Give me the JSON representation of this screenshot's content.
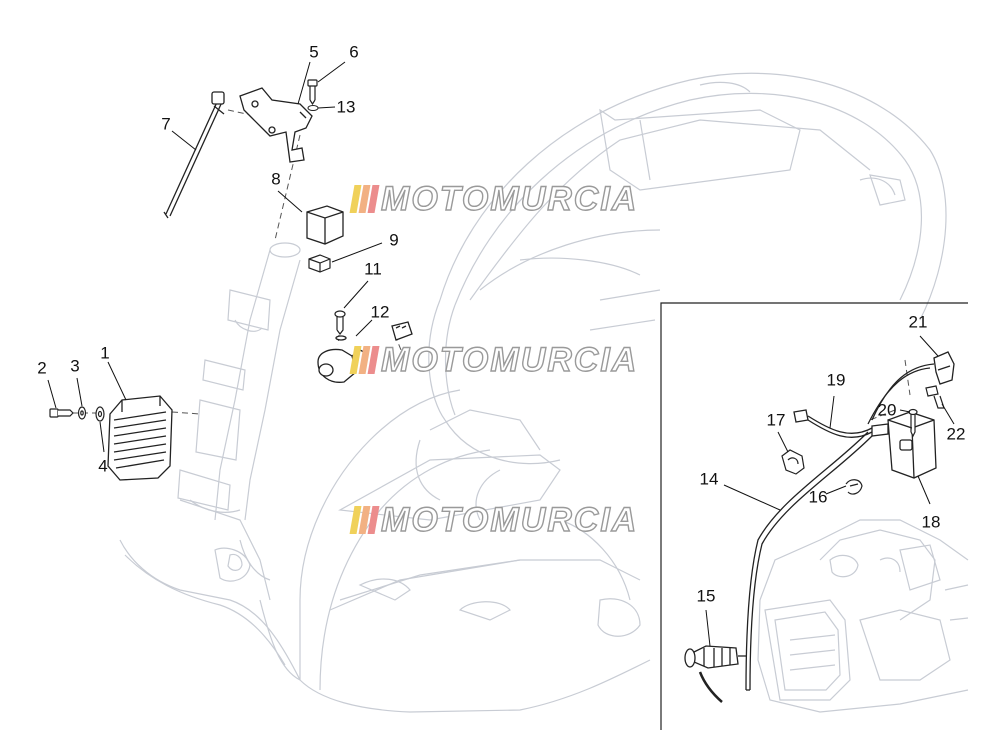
{
  "watermark": {
    "text": "MOTOMURCIA",
    "bar_colors": [
      "#f0d15a",
      "#f2b183",
      "#ec8d8d"
    ],
    "outline_color": "#9a9a9a"
  },
  "callouts": {
    "c1": "1",
    "c2": "2",
    "c3": "3",
    "c4": "4",
    "c5": "5",
    "c6": "6",
    "c7": "7",
    "c8": "8",
    "c9": "9",
    "c11": "11",
    "c12": "12",
    "c13": "13",
    "c14": "14",
    "c15": "15",
    "c16": "16",
    "c17": "17",
    "c18": "18",
    "c19": "19",
    "c20": "20",
    "c21": "21",
    "c22": "22"
  },
  "colors": {
    "frame_line": "#c8ccd4",
    "part_line": "#222222",
    "leader_line": "#111111"
  }
}
